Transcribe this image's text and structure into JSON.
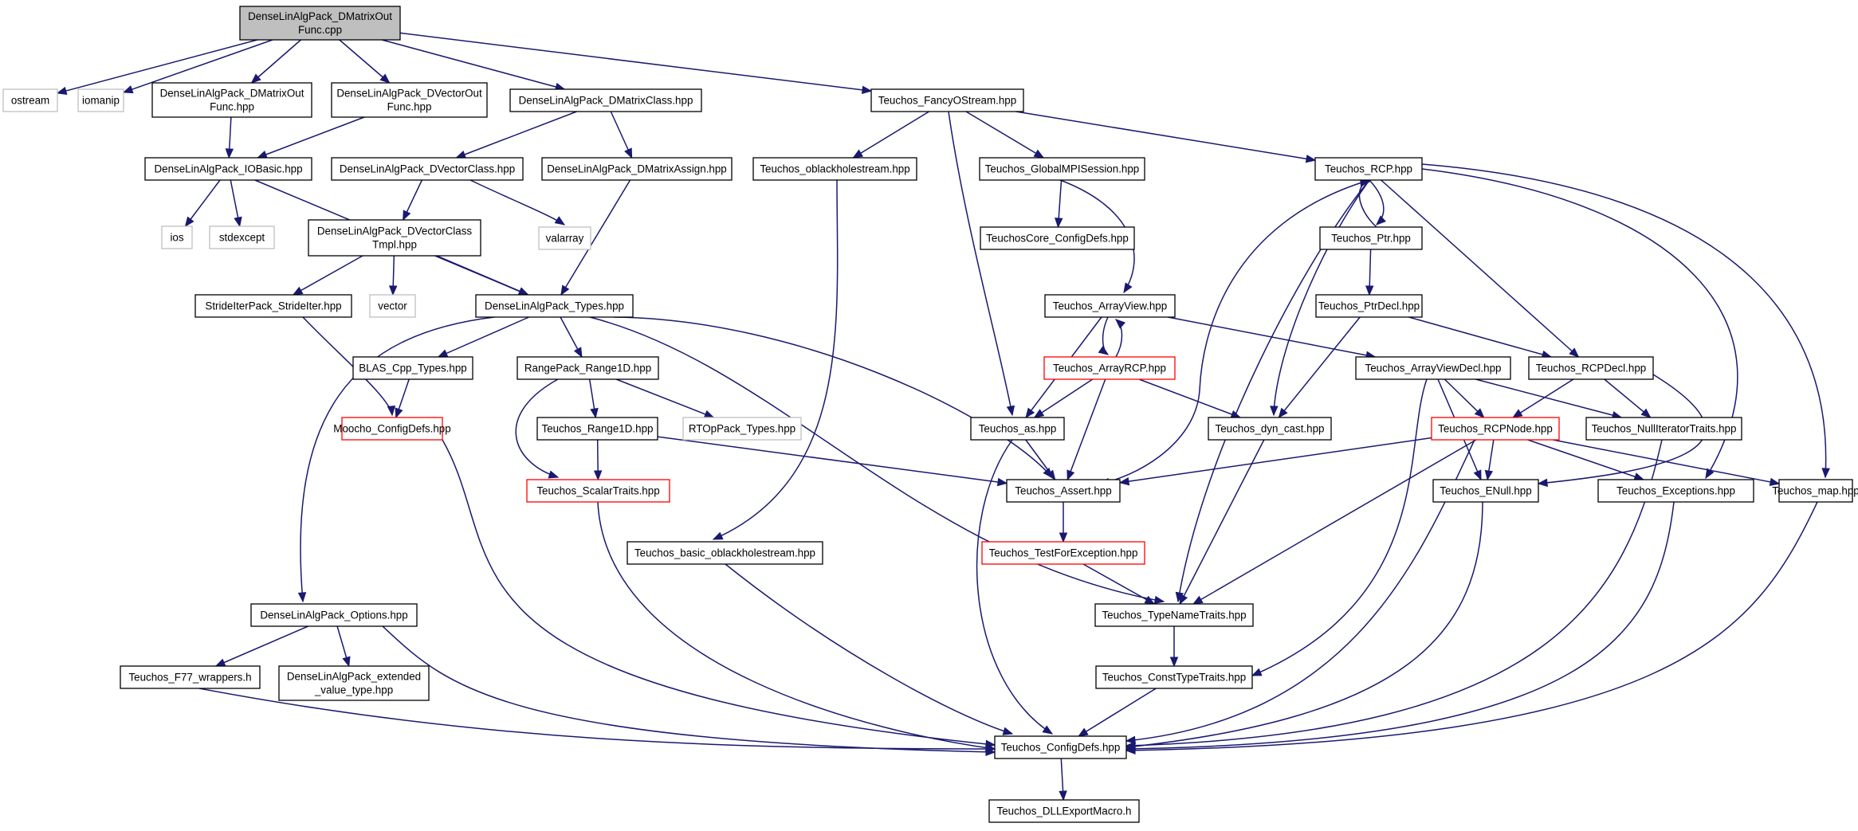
{
  "graph": {
    "nodes": [
      {
        "id": "root",
        "lines": [
          "DenseLinAlgPack_DMatrixOut",
          "Func.cpp"
        ],
        "style": "root"
      },
      {
        "id": "ostream",
        "lines": [
          "ostream"
        ],
        "style": "external"
      },
      {
        "id": "iomanip",
        "lines": [
          "iomanip"
        ],
        "style": "external"
      },
      {
        "id": "dmof_hpp",
        "lines": [
          "DenseLinAlgPack_DMatrixOut",
          "Func.hpp"
        ],
        "style": "normal"
      },
      {
        "id": "dvof_hpp",
        "lines": [
          "DenseLinAlgPack_DVectorOut",
          "Func.hpp"
        ],
        "style": "normal"
      },
      {
        "id": "dmclass",
        "lines": [
          "DenseLinAlgPack_DMatrixClass.hpp"
        ],
        "style": "normal"
      },
      {
        "id": "fancy",
        "lines": [
          "Teuchos_FancyOStream.hpp"
        ],
        "style": "normal"
      },
      {
        "id": "iobasic",
        "lines": [
          "DenseLinAlgPack_IOBasic.hpp"
        ],
        "style": "normal"
      },
      {
        "id": "dvclass",
        "lines": [
          "DenseLinAlgPack_DVectorClass.hpp"
        ],
        "style": "normal"
      },
      {
        "id": "dmassign",
        "lines": [
          "DenseLinAlgPack_DMatrixAssign.hpp"
        ],
        "style": "normal"
      },
      {
        "id": "oblack",
        "lines": [
          "Teuchos_oblackholestream.hpp"
        ],
        "style": "normal"
      },
      {
        "id": "gmpi",
        "lines": [
          "Teuchos_GlobalMPISession.hpp"
        ],
        "style": "normal"
      },
      {
        "id": "rcp",
        "lines": [
          "Teuchos_RCP.hpp"
        ],
        "style": "normal"
      },
      {
        "id": "ios",
        "lines": [
          "ios"
        ],
        "style": "external"
      },
      {
        "id": "stdexcept",
        "lines": [
          "stdexcept"
        ],
        "style": "external"
      },
      {
        "id": "valarray",
        "lines": [
          "valarray"
        ],
        "style": "external"
      },
      {
        "id": "dvtmpl",
        "lines": [
          "DenseLinAlgPack_DVectorClass",
          "Tmpl.hpp"
        ],
        "style": "normal"
      },
      {
        "id": "coreconfig",
        "lines": [
          "TeuchosCore_ConfigDefs.hpp"
        ],
        "style": "normal"
      },
      {
        "id": "ptr",
        "lines": [
          "Teuchos_Ptr.hpp"
        ],
        "style": "normal"
      },
      {
        "id": "strideiter",
        "lines": [
          "StrideIterPack_StrideIter.hpp"
        ],
        "style": "normal"
      },
      {
        "id": "vector",
        "lines": [
          "vector"
        ],
        "style": "external"
      },
      {
        "id": "types",
        "lines": [
          "DenseLinAlgPack_Types.hpp"
        ],
        "style": "normal"
      },
      {
        "id": "arrayview",
        "lines": [
          "Teuchos_ArrayView.hpp"
        ],
        "style": "normal"
      },
      {
        "id": "ptrdecl",
        "lines": [
          "Teuchos_PtrDecl.hpp"
        ],
        "style": "normal"
      },
      {
        "id": "blas",
        "lines": [
          "BLAS_Cpp_Types.hpp"
        ],
        "style": "normal"
      },
      {
        "id": "range1d",
        "lines": [
          "RangePack_Range1D.hpp"
        ],
        "style": "normal"
      },
      {
        "id": "arrayrcp",
        "lines": [
          "Teuchos_ArrayRCP.hpp"
        ],
        "style": "red"
      },
      {
        "id": "arrayviewdecl",
        "lines": [
          "Teuchos_ArrayViewDecl.hpp"
        ],
        "style": "normal"
      },
      {
        "id": "rcpdecl",
        "lines": [
          "Teuchos_RCPDecl.hpp"
        ],
        "style": "normal"
      },
      {
        "id": "moocho",
        "lines": [
          "Moocho_ConfigDefs.hpp"
        ],
        "style": "red"
      },
      {
        "id": "trange1d",
        "lines": [
          "Teuchos_Range1D.hpp"
        ],
        "style": "normal"
      },
      {
        "id": "rtop",
        "lines": [
          "RTOpPack_Types.hpp"
        ],
        "style": "external"
      },
      {
        "id": "as",
        "lines": [
          "Teuchos_as.hpp"
        ],
        "style": "normal"
      },
      {
        "id": "dyncast",
        "lines": [
          "Teuchos_dyn_cast.hpp"
        ],
        "style": "normal"
      },
      {
        "id": "rcpnode",
        "lines": [
          "Teuchos_RCPNode.hpp"
        ],
        "style": "red"
      },
      {
        "id": "nulliter",
        "lines": [
          "Teuchos_NullIteratorTraits.hpp"
        ],
        "style": "normal"
      },
      {
        "id": "scalartraits",
        "lines": [
          "Teuchos_ScalarTraits.hpp"
        ],
        "style": "red"
      },
      {
        "id": "assert",
        "lines": [
          "Teuchos_Assert.hpp"
        ],
        "style": "normal"
      },
      {
        "id": "enull",
        "lines": [
          "Teuchos_ENull.hpp"
        ],
        "style": "normal"
      },
      {
        "id": "exceptions",
        "lines": [
          "Teuchos_Exceptions.hpp"
        ],
        "style": "normal"
      },
      {
        "id": "map",
        "lines": [
          "Teuchos_map.hpp"
        ],
        "style": "normal"
      },
      {
        "id": "basicoblack",
        "lines": [
          "Teuchos_basic_oblackholestream.hpp"
        ],
        "style": "normal"
      },
      {
        "id": "testforexc",
        "lines": [
          "Teuchos_TestForException.hpp"
        ],
        "style": "red"
      },
      {
        "id": "options",
        "lines": [
          "DenseLinAlgPack_Options.hpp"
        ],
        "style": "normal"
      },
      {
        "id": "typename",
        "lines": [
          "Teuchos_TypeNameTraits.hpp"
        ],
        "style": "normal"
      },
      {
        "id": "f77",
        "lines": [
          "Teuchos_F77_wrappers.h"
        ],
        "style": "normal"
      },
      {
        "id": "extvalue",
        "lines": [
          "DenseLinAlgPack_extended",
          "_value_type.hpp"
        ],
        "style": "normal"
      },
      {
        "id": "consttype",
        "lines": [
          "Teuchos_ConstTypeTraits.hpp"
        ],
        "style": "normal"
      },
      {
        "id": "configdefs",
        "lines": [
          "Teuchos_ConfigDefs.hpp"
        ],
        "style": "normal"
      },
      {
        "id": "dllexport",
        "lines": [
          "Teuchos_DLLExportMacro.h"
        ],
        "style": "normal"
      }
    ],
    "edges": [
      [
        "root",
        "ostream"
      ],
      [
        "root",
        "iomanip"
      ],
      [
        "root",
        "dmof_hpp"
      ],
      [
        "root",
        "dvof_hpp"
      ],
      [
        "root",
        "dmclass"
      ],
      [
        "root",
        "fancy"
      ],
      [
        "dmof_hpp",
        "iobasic"
      ],
      [
        "dvof_hpp",
        "iobasic"
      ],
      [
        "dmclass",
        "dvclass"
      ],
      [
        "dmclass",
        "dmassign"
      ],
      [
        "fancy",
        "oblack"
      ],
      [
        "fancy",
        "gmpi"
      ],
      [
        "fancy",
        "rcp"
      ],
      [
        "fancy",
        "as"
      ],
      [
        "iobasic",
        "ios"
      ],
      [
        "iobasic",
        "stdexcept"
      ],
      [
        "iobasic",
        "types"
      ],
      [
        "dvclass",
        "dvtmpl"
      ],
      [
        "dvclass",
        "valarray"
      ],
      [
        "dmassign",
        "types"
      ],
      [
        "oblack",
        "basicoblack"
      ],
      [
        "gmpi",
        "coreconfig"
      ],
      [
        "gmpi",
        "arrayview"
      ],
      [
        "rcp",
        "ptr"
      ],
      [
        "rcp",
        "assert"
      ],
      [
        "rcp",
        "typename"
      ],
      [
        "rcp",
        "dyncast"
      ],
      [
        "rcp",
        "rcpdecl"
      ],
      [
        "rcp",
        "exceptions"
      ],
      [
        "rcp",
        "map"
      ],
      [
        "ptr",
        "rcp"
      ],
      [
        "ptr",
        "ptrdecl"
      ],
      [
        "dvtmpl",
        "strideiter"
      ],
      [
        "dvtmpl",
        "vector"
      ],
      [
        "dvtmpl",
        "types"
      ],
      [
        "strideiter",
        "moocho"
      ],
      [
        "types",
        "blas"
      ],
      [
        "types",
        "range1d"
      ],
      [
        "types",
        "options"
      ],
      [
        "types",
        "assert"
      ],
      [
        "types",
        "typename"
      ],
      [
        "blas",
        "moocho"
      ],
      [
        "range1d",
        "trange1d"
      ],
      [
        "range1d",
        "rtop"
      ],
      [
        "range1d",
        "scalartraits"
      ],
      [
        "trange1d",
        "scalartraits"
      ],
      [
        "trange1d",
        "assert"
      ],
      [
        "arrayview",
        "arrayrcp"
      ],
      [
        "arrayview",
        "as"
      ],
      [
        "arrayview",
        "arrayviewdecl"
      ],
      [
        "arrayrcp",
        "arrayview"
      ],
      [
        "arrayrcp",
        "as"
      ],
      [
        "arrayrcp",
        "assert"
      ],
      [
        "arrayrcp",
        "dyncast"
      ],
      [
        "ptrdecl",
        "rcpdecl"
      ],
      [
        "ptrdecl",
        "dyncast"
      ],
      [
        "arrayviewdecl",
        "rcpnode"
      ],
      [
        "arrayviewdecl",
        "enull"
      ],
      [
        "arrayviewdecl",
        "nulliter"
      ],
      [
        "arrayviewdecl",
        "consttype"
      ],
      [
        "rcpdecl",
        "rcpnode"
      ],
      [
        "rcpdecl",
        "nulliter"
      ],
      [
        "rcpdecl",
        "enull"
      ],
      [
        "rcpnode",
        "assert"
      ],
      [
        "rcpnode",
        "enull"
      ],
      [
        "rcpnode",
        "exceptions"
      ],
      [
        "rcpnode",
        "map"
      ],
      [
        "rcpnode",
        "typename"
      ],
      [
        "rcpnode",
        "configdefs"
      ],
      [
        "as",
        "assert"
      ],
      [
        "as",
        "configdefs"
      ],
      [
        "dyncast",
        "typename"
      ],
      [
        "assert",
        "testforexc"
      ],
      [
        "testforexc",
        "typename"
      ],
      [
        "typename",
        "consttype"
      ],
      [
        "consttype",
        "configdefs"
      ],
      [
        "moocho",
        "configdefs"
      ],
      [
        "scalartraits",
        "configdefs"
      ],
      [
        "basicoblack",
        "configdefs"
      ],
      [
        "options",
        "f77"
      ],
      [
        "options",
        "extvalue"
      ],
      [
        "options",
        "configdefs"
      ],
      [
        "f77",
        "configdefs"
      ],
      [
        "enull",
        "configdefs"
      ],
      [
        "exceptions",
        "configdefs"
      ],
      [
        "map",
        "configdefs"
      ],
      [
        "nulliter",
        "configdefs"
      ],
      [
        "configdefs",
        "dllexport"
      ]
    ],
    "colors": {
      "edge": "#191970",
      "node_border": "#000000",
      "red_border": "#ff0000",
      "external_border": "#bfbfbf",
      "root_fill": "#bfbfbf",
      "text": "#000000"
    }
  }
}
